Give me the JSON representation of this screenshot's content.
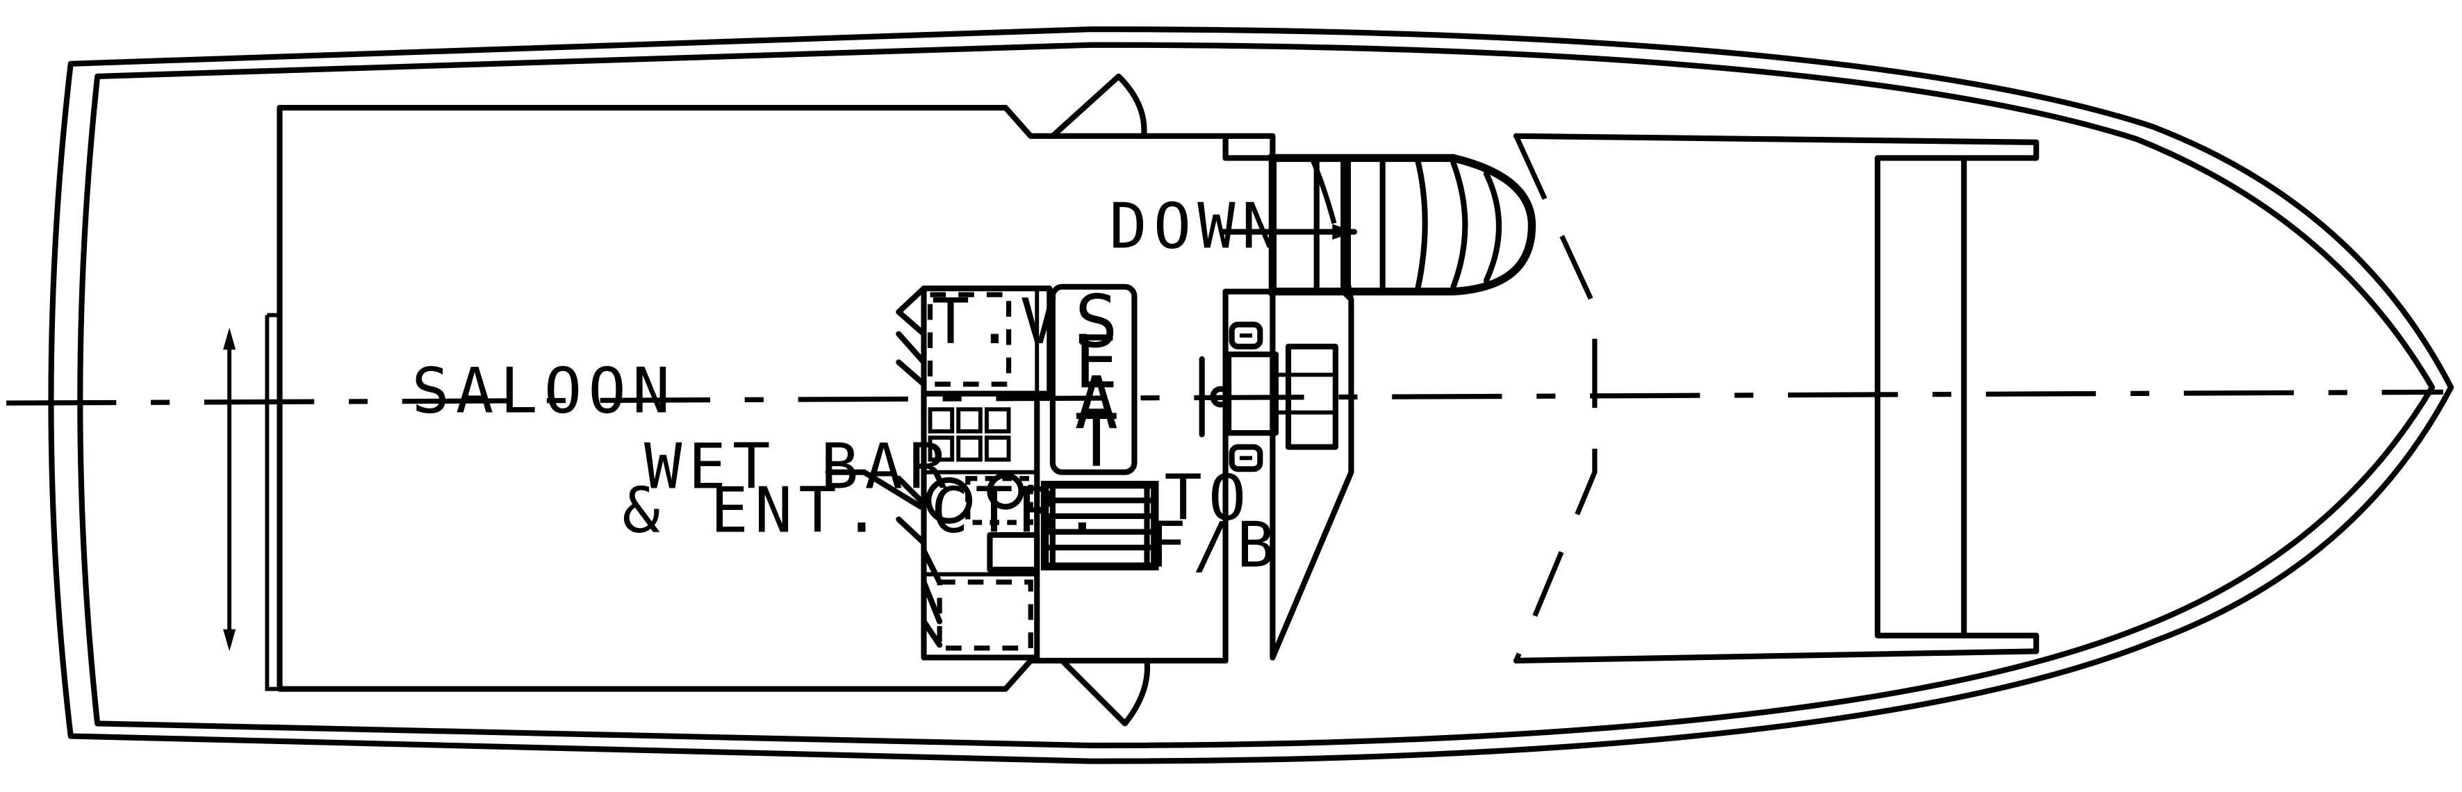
{
  "labels": {
    "down": "DOWN",
    "saloon": "SALOON",
    "wet_bar_line1": "WET BAR",
    "wet_bar_line2": "& ENT. CTR.",
    "to": "TO",
    "fb": "F/B",
    "tv": "T.V.",
    "seat_letters": [
      "S",
      "E",
      "A",
      "T"
    ]
  }
}
